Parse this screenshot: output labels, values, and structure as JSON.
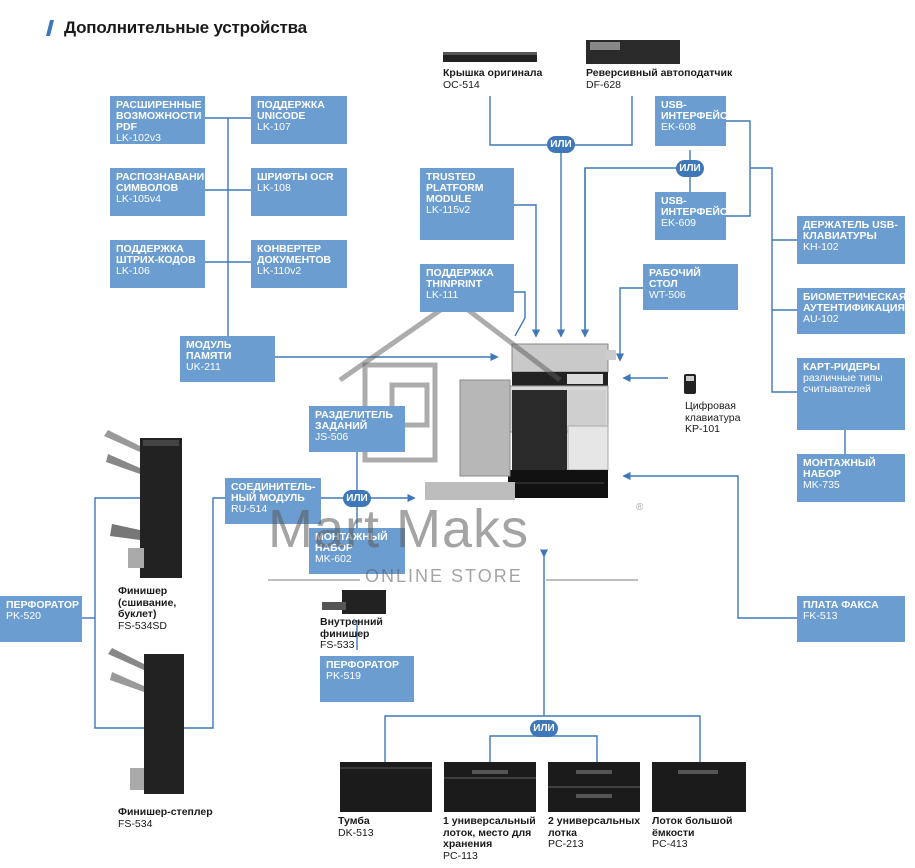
{
  "title": "Дополнительные устройства",
  "ili_label": "ИЛИ",
  "accent_color": "#6b9dd1",
  "line_color": "#3f78b8",
  "boxes": {
    "lk102": {
      "name": "Расширенные возможности PDF",
      "code": "LK-102v3"
    },
    "lk107": {
      "name": "Поддержка Unicode",
      "code": "LK-107"
    },
    "lk105": {
      "name": "Распознавание символов",
      "code": "LK-105v4"
    },
    "lk108": {
      "name": "Шрифты OCR",
      "code": "LK-108"
    },
    "lk106": {
      "name": "Поддержка штрих-кодов",
      "code": "LK-106"
    },
    "lk110": {
      "name": "Конвертер документов",
      "code": "LK-110v2"
    },
    "uk211": {
      "name": "Модуль памяти",
      "code": "UK-211"
    },
    "lk115": {
      "name": "Trusted Platform Module",
      "code": "LK-115v2"
    },
    "lk111": {
      "name": "Поддержка ThinPrint",
      "code": "LK-111"
    },
    "ek608": {
      "name": "USB-интерфейс",
      "code": "EK-608"
    },
    "ek609": {
      "name": "USB-интерфейс",
      "code": "EK-609"
    },
    "wt506": {
      "name": "Рабочий стол",
      "code": "WT-506"
    },
    "kh102": {
      "name": "Держатель USB-клавиатуры",
      "code": "KH-102"
    },
    "au102": {
      "name": "Биометрическая аутентификация",
      "code": "AU-102"
    },
    "cardreader": {
      "name": "Карт-ридеры",
      "sub": "различные типы считывателей"
    },
    "mk735": {
      "name": "Монтажный набор",
      "code": "MK-735"
    },
    "js506": {
      "name": "Разделитель заданий",
      "code": "JS-506"
    },
    "ru514": {
      "name": "Соединитель-ный модуль",
      "code": "RU-514"
    },
    "mk602": {
      "name": "Монтажный набор",
      "code": "MK-602"
    },
    "fk513": {
      "name": "Плата факса",
      "code": "FK-513"
    },
    "pk520": {
      "name": "Перфоратор",
      "code": "PK-520"
    },
    "pk519": {
      "name": "Перфоратор",
      "code": "PK-519"
    }
  },
  "captions": {
    "oc514": {
      "name": "Крышка оригинала",
      "code": "OC-514"
    },
    "df628": {
      "name": "Реверсивный автоподатчик",
      "code": "DF-628"
    },
    "kp101": {
      "name": "Цифровая клавиатура",
      "code": "KP-101"
    },
    "fs534sd": {
      "name": "Финишер (сшивание, буклет)",
      "code": "FS-534SD"
    },
    "fs534": {
      "name": "Финишер-степлер",
      "code": "FS-534"
    },
    "fs533": {
      "name": "Внутренний финишер",
      "code": "FS-533"
    },
    "dk513": {
      "name": "Тумба",
      "code": "DK-513"
    },
    "pc113": {
      "name": "1 универсальный лоток, место для хранения",
      "code": "PC-113"
    },
    "pc213": {
      "name": "2 универсальных лотка",
      "code": "PC-213"
    },
    "pc413": {
      "name": "Лоток большой ёмкости",
      "code": "PC-413"
    }
  },
  "watermark": {
    "main": "Mart Maks",
    "sub": "ONLINE STORE",
    "reg": "®"
  }
}
